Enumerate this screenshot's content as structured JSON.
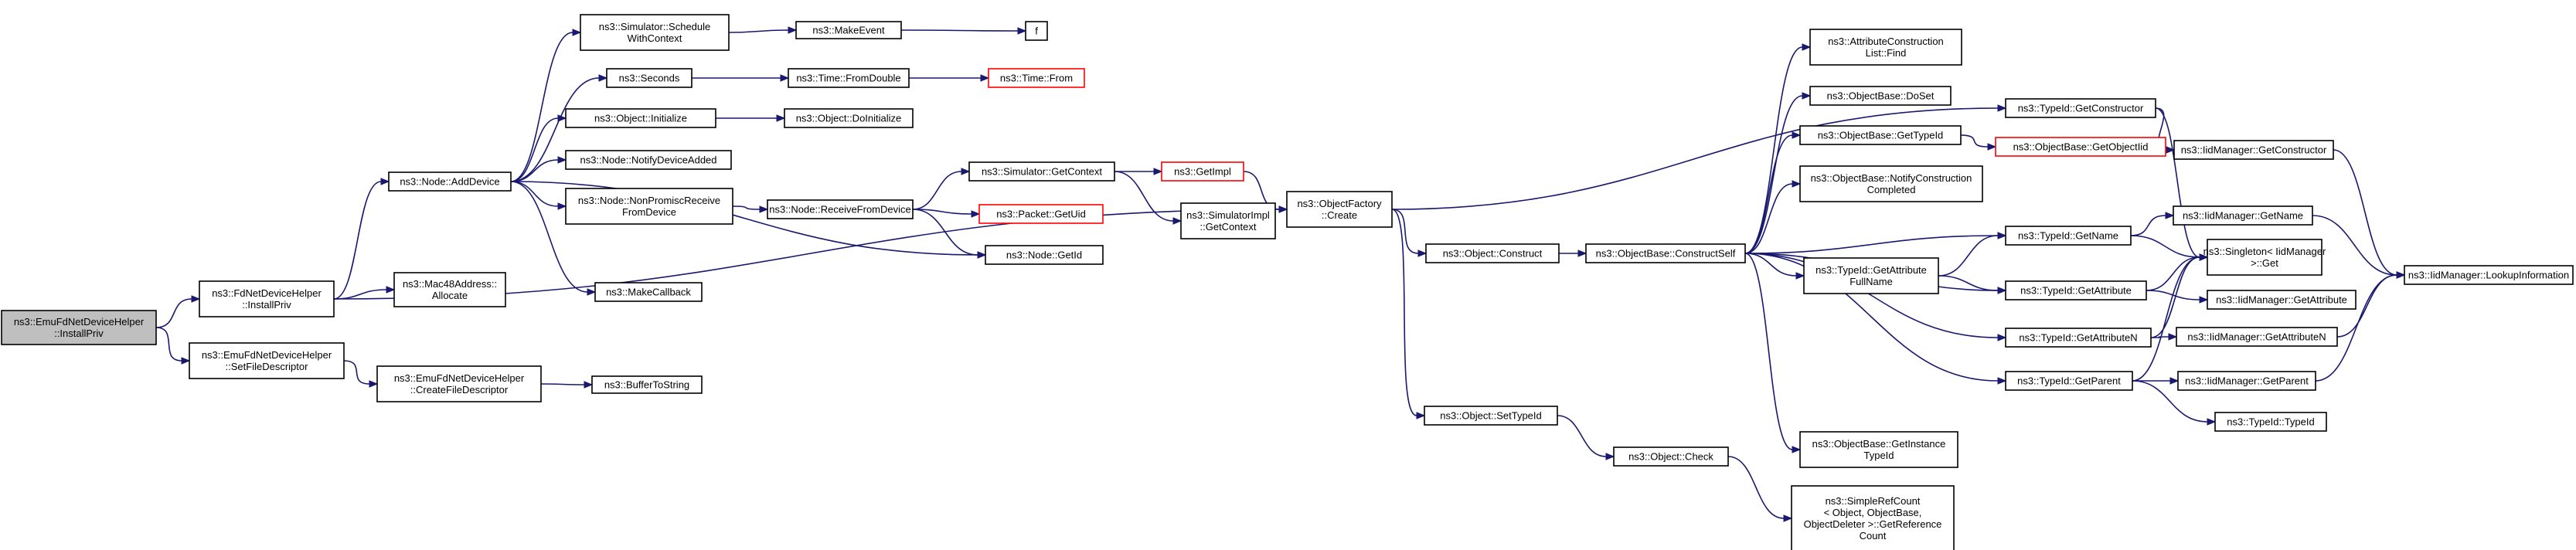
{
  "diagram": {
    "nodes": [
      {
        "id": "root",
        "lines": [
          "ns3::EmuFdNetDeviceHelper",
          "::InstallPriv"
        ]
      },
      {
        "id": "fd_install",
        "lines": [
          "ns3::FdNetDeviceHelper",
          "::InstallPriv"
        ]
      },
      {
        "id": "emu_setfd",
        "lines": [
          "ns3::EmuFdNetDeviceHelper",
          "::SetFileDescriptor"
        ]
      },
      {
        "id": "emu_createfd",
        "lines": [
          "ns3::EmuFdNetDeviceHelper",
          "::CreateFileDescriptor"
        ]
      },
      {
        "id": "buf2str",
        "lines": [
          "ns3::BufferToString"
        ]
      },
      {
        "id": "adddevice",
        "lines": [
          "ns3::Node::AddDevice"
        ]
      },
      {
        "id": "mac48",
        "lines": [
          "ns3::Mac48Address::",
          "Allocate"
        ]
      },
      {
        "id": "schedctx",
        "lines": [
          "ns3::Simulator::Schedule",
          "WithContext"
        ]
      },
      {
        "id": "makeevent",
        "lines": [
          "ns3::MakeEvent"
        ]
      },
      {
        "id": "f",
        "lines": [
          "f"
        ]
      },
      {
        "id": "seconds",
        "lines": [
          "ns3::Seconds"
        ]
      },
      {
        "id": "fromdouble",
        "lines": [
          "ns3::Time::FromDouble"
        ]
      },
      {
        "id": "timefrom",
        "lines": [
          "ns3::Time::From"
        ],
        "red": true
      },
      {
        "id": "obj_init",
        "lines": [
          "ns3::Object::Initialize"
        ]
      },
      {
        "id": "obj_doinit",
        "lines": [
          "ns3::Object::DoInitialize"
        ]
      },
      {
        "id": "notifyadded",
        "lines": [
          "ns3::Node::NotifyDeviceAdded"
        ]
      },
      {
        "id": "nonpromisc",
        "lines": [
          "ns3::Node::NonPromiscReceive",
          "FromDevice"
        ]
      },
      {
        "id": "recvfrom",
        "lines": [
          "ns3::Node::ReceiveFromDevice"
        ]
      },
      {
        "id": "sim_getctx",
        "lines": [
          "ns3::Simulator::GetContext"
        ]
      },
      {
        "id": "getimpl",
        "lines": [
          "ns3::GetImpl"
        ],
        "red": true
      },
      {
        "id": "packet_uid",
        "lines": [
          "ns3::Packet::GetUid"
        ],
        "red": true
      },
      {
        "id": "simimpl_ctx",
        "lines": [
          "ns3::SimulatorImpl",
          "::GetContext"
        ]
      },
      {
        "id": "node_getid",
        "lines": [
          "ns3::Node::GetId"
        ]
      },
      {
        "id": "makecallback",
        "lines": [
          "ns3::MakeCallback"
        ]
      },
      {
        "id": "objfactory",
        "lines": [
          "ns3::ObjectFactory",
          "::Create"
        ]
      },
      {
        "id": "obj_construct",
        "lines": [
          "ns3::Object::Construct"
        ]
      },
      {
        "id": "objbase_cs",
        "lines": [
          "ns3::ObjectBase::ConstructSelf"
        ]
      },
      {
        "id": "obj_settid",
        "lines": [
          "ns3::Object::SetTypeId"
        ]
      },
      {
        "id": "obj_check",
        "lines": [
          "ns3::Object::Check"
        ]
      },
      {
        "id": "srefcount",
        "lines": [
          "ns3::SimpleRefCount",
          "< Object, ObjectBase,",
          "ObjectDeleter >::GetReference",
          "Count"
        ]
      },
      {
        "id": "attr_find",
        "lines": [
          "ns3::AttributeConstruction",
          "List::Find"
        ]
      },
      {
        "id": "doset",
        "lines": [
          "ns3::ObjectBase::DoSet"
        ]
      },
      {
        "id": "ob_gettid",
        "lines": [
          "ns3::ObjectBase::GetTypeId"
        ]
      },
      {
        "id": "ob_getoid",
        "lines": [
          "ns3::ObjectBase::GetObjectIid"
        ],
        "red": true
      },
      {
        "id": "notifycc",
        "lines": [
          "ns3::ObjectBase::NotifyConstruction",
          "Completed"
        ]
      },
      {
        "id": "getinst",
        "lines": [
          "ns3::ObjectBase::GetInstance",
          "TypeId"
        ]
      },
      {
        "id": "tid_getctor",
        "lines": [
          "ns3::TypeId::GetConstructor"
        ]
      },
      {
        "id": "iid_getctor",
        "lines": [
          "ns3::IidManager::GetConstructor"
        ]
      },
      {
        "id": "tid_getname",
        "lines": [
          "ns3::TypeId::GetName"
        ]
      },
      {
        "id": "iid_getname",
        "lines": [
          "ns3::IidManager::GetName"
        ]
      },
      {
        "id": "tid_gaf",
        "lines": [
          "ns3::TypeId::GetAttribute",
          "FullName"
        ]
      },
      {
        "id": "singleton",
        "lines": [
          "ns3::Singleton< IidManager",
          ">::Get"
        ]
      },
      {
        "id": "tid_getattr",
        "lines": [
          "ns3::TypeId::GetAttribute"
        ]
      },
      {
        "id": "iid_getattr",
        "lines": [
          "ns3::IidManager::GetAttribute"
        ]
      },
      {
        "id": "tid_getattrn",
        "lines": [
          "ns3::TypeId::GetAttributeN"
        ]
      },
      {
        "id": "iid_getattrn",
        "lines": [
          "ns3::IidManager::GetAttributeN"
        ]
      },
      {
        "id": "tid_getparent",
        "lines": [
          "ns3::TypeId::GetParent"
        ]
      },
      {
        "id": "iid_getparent",
        "lines": [
          "ns3::IidManager::GetParent"
        ]
      },
      {
        "id": "tid_typeid",
        "lines": [
          "ns3::TypeId::TypeId"
        ]
      },
      {
        "id": "iid_lookup",
        "lines": [
          "ns3::IidManager::LookupInformation"
        ]
      }
    ],
    "edges": [
      [
        "root",
        "fd_install"
      ],
      [
        "root",
        "emu_setfd"
      ],
      [
        "emu_setfd",
        "emu_createfd"
      ],
      [
        "emu_createfd",
        "buf2str"
      ],
      [
        "fd_install",
        "adddevice"
      ],
      [
        "fd_install",
        "mac48"
      ],
      [
        "fd_install",
        "objfactory"
      ],
      [
        "adddevice",
        "schedctx"
      ],
      [
        "adddevice",
        "seconds"
      ],
      [
        "adddevice",
        "obj_init"
      ],
      [
        "adddevice",
        "notifyadded"
      ],
      [
        "adddevice",
        "nonpromisc"
      ],
      [
        "adddevice",
        "node_getid"
      ],
      [
        "adddevice",
        "makecallback"
      ],
      [
        "schedctx",
        "makeevent"
      ],
      [
        "makeevent",
        "f"
      ],
      [
        "seconds",
        "fromdouble"
      ],
      [
        "fromdouble",
        "timefrom"
      ],
      [
        "obj_init",
        "obj_doinit"
      ],
      [
        "nonpromisc",
        "recvfrom"
      ],
      [
        "recvfrom",
        "sim_getctx"
      ],
      [
        "recvfrom",
        "packet_uid"
      ],
      [
        "recvfrom",
        "node_getid"
      ],
      [
        "sim_getctx",
        "getimpl"
      ],
      [
        "sim_getctx",
        "simimpl_ctx"
      ],
      [
        "getimpl",
        "objfactory"
      ],
      [
        "objfactory",
        "tid_getctor"
      ],
      [
        "objfactory",
        "obj_construct"
      ],
      [
        "objfactory",
        "obj_settid"
      ],
      [
        "obj_construct",
        "objbase_cs"
      ],
      [
        "obj_settid",
        "obj_check"
      ],
      [
        "obj_check",
        "srefcount"
      ],
      [
        "objbase_cs",
        "attr_find"
      ],
      [
        "objbase_cs",
        "doset"
      ],
      [
        "objbase_cs",
        "ob_gettid"
      ],
      [
        "objbase_cs",
        "notifycc"
      ],
      [
        "objbase_cs",
        "tid_getname"
      ],
      [
        "objbase_cs",
        "tid_gaf"
      ],
      [
        "objbase_cs",
        "tid_getattr"
      ],
      [
        "objbase_cs",
        "tid_getattrn"
      ],
      [
        "objbase_cs",
        "tid_getparent"
      ],
      [
        "objbase_cs",
        "getinst"
      ],
      [
        "ob_gettid",
        "ob_getoid"
      ],
      [
        "tid_getctor",
        "iid_getctor"
      ],
      [
        "tid_getctor",
        "singleton"
      ],
      [
        "iid_getctor",
        "iid_lookup"
      ],
      [
        "tid_getname",
        "iid_getname"
      ],
      [
        "tid_getname",
        "singleton"
      ],
      [
        "iid_getname",
        "iid_lookup"
      ],
      [
        "tid_gaf",
        "tid_getname"
      ],
      [
        "tid_gaf",
        "tid_getattr"
      ],
      [
        "tid_getattr",
        "singleton"
      ],
      [
        "tid_getattr",
        "iid_getattr"
      ],
      [
        "tid_getattrn",
        "singleton"
      ],
      [
        "tid_getattrn",
        "iid_getattrn"
      ],
      [
        "iid_getattrn",
        "iid_lookup"
      ],
      [
        "tid_getparent",
        "singleton"
      ],
      [
        "tid_getparent",
        "iid_getparent"
      ],
      [
        "tid_getparent",
        "tid_typeid"
      ],
      [
        "iid_getparent",
        "iid_lookup"
      ]
    ]
  },
  "colors": {
    "edge": "#191970",
    "node_border": "#000000",
    "node_fill": "#ffffff",
    "root_fill": "#bfbfbf",
    "unresolved_border": "#ff0000"
  }
}
